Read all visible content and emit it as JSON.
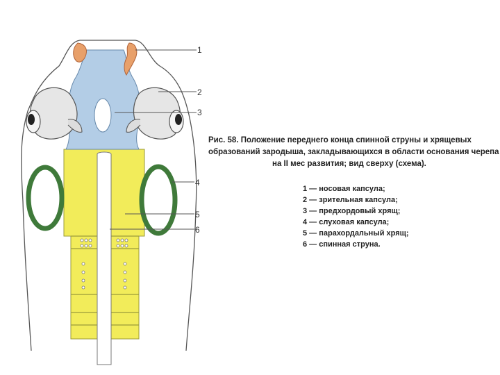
{
  "figure": {
    "caption_lines": [
      "Рис. 58. Положение переднего конца спинной струны и хрящевых",
      "образований зародыша, закладывающихся в области основания черепа",
      "на II мес развития; вид сверху (схема)."
    ],
    "callouts": [
      "1",
      "2",
      "3",
      "4",
      "5",
      "6"
    ],
    "legend": [
      "1 — носовая капсула;",
      "2 — зрительная капсула;",
      "3 — предхордовый хрящ;",
      "4 — слуховая капсула;",
      "5 — парахордальный хрящ;",
      "6 — спинная струна."
    ]
  },
  "colors": {
    "nasal_capsule": "#e8a06a",
    "prechordal_cartilage": "#b3cde6",
    "parachordal_cartilage": "#f2ec5a",
    "otic_capsule": "#3f7a3a",
    "optic_capsule": "#e6e6e6",
    "outline": "#444444"
  }
}
